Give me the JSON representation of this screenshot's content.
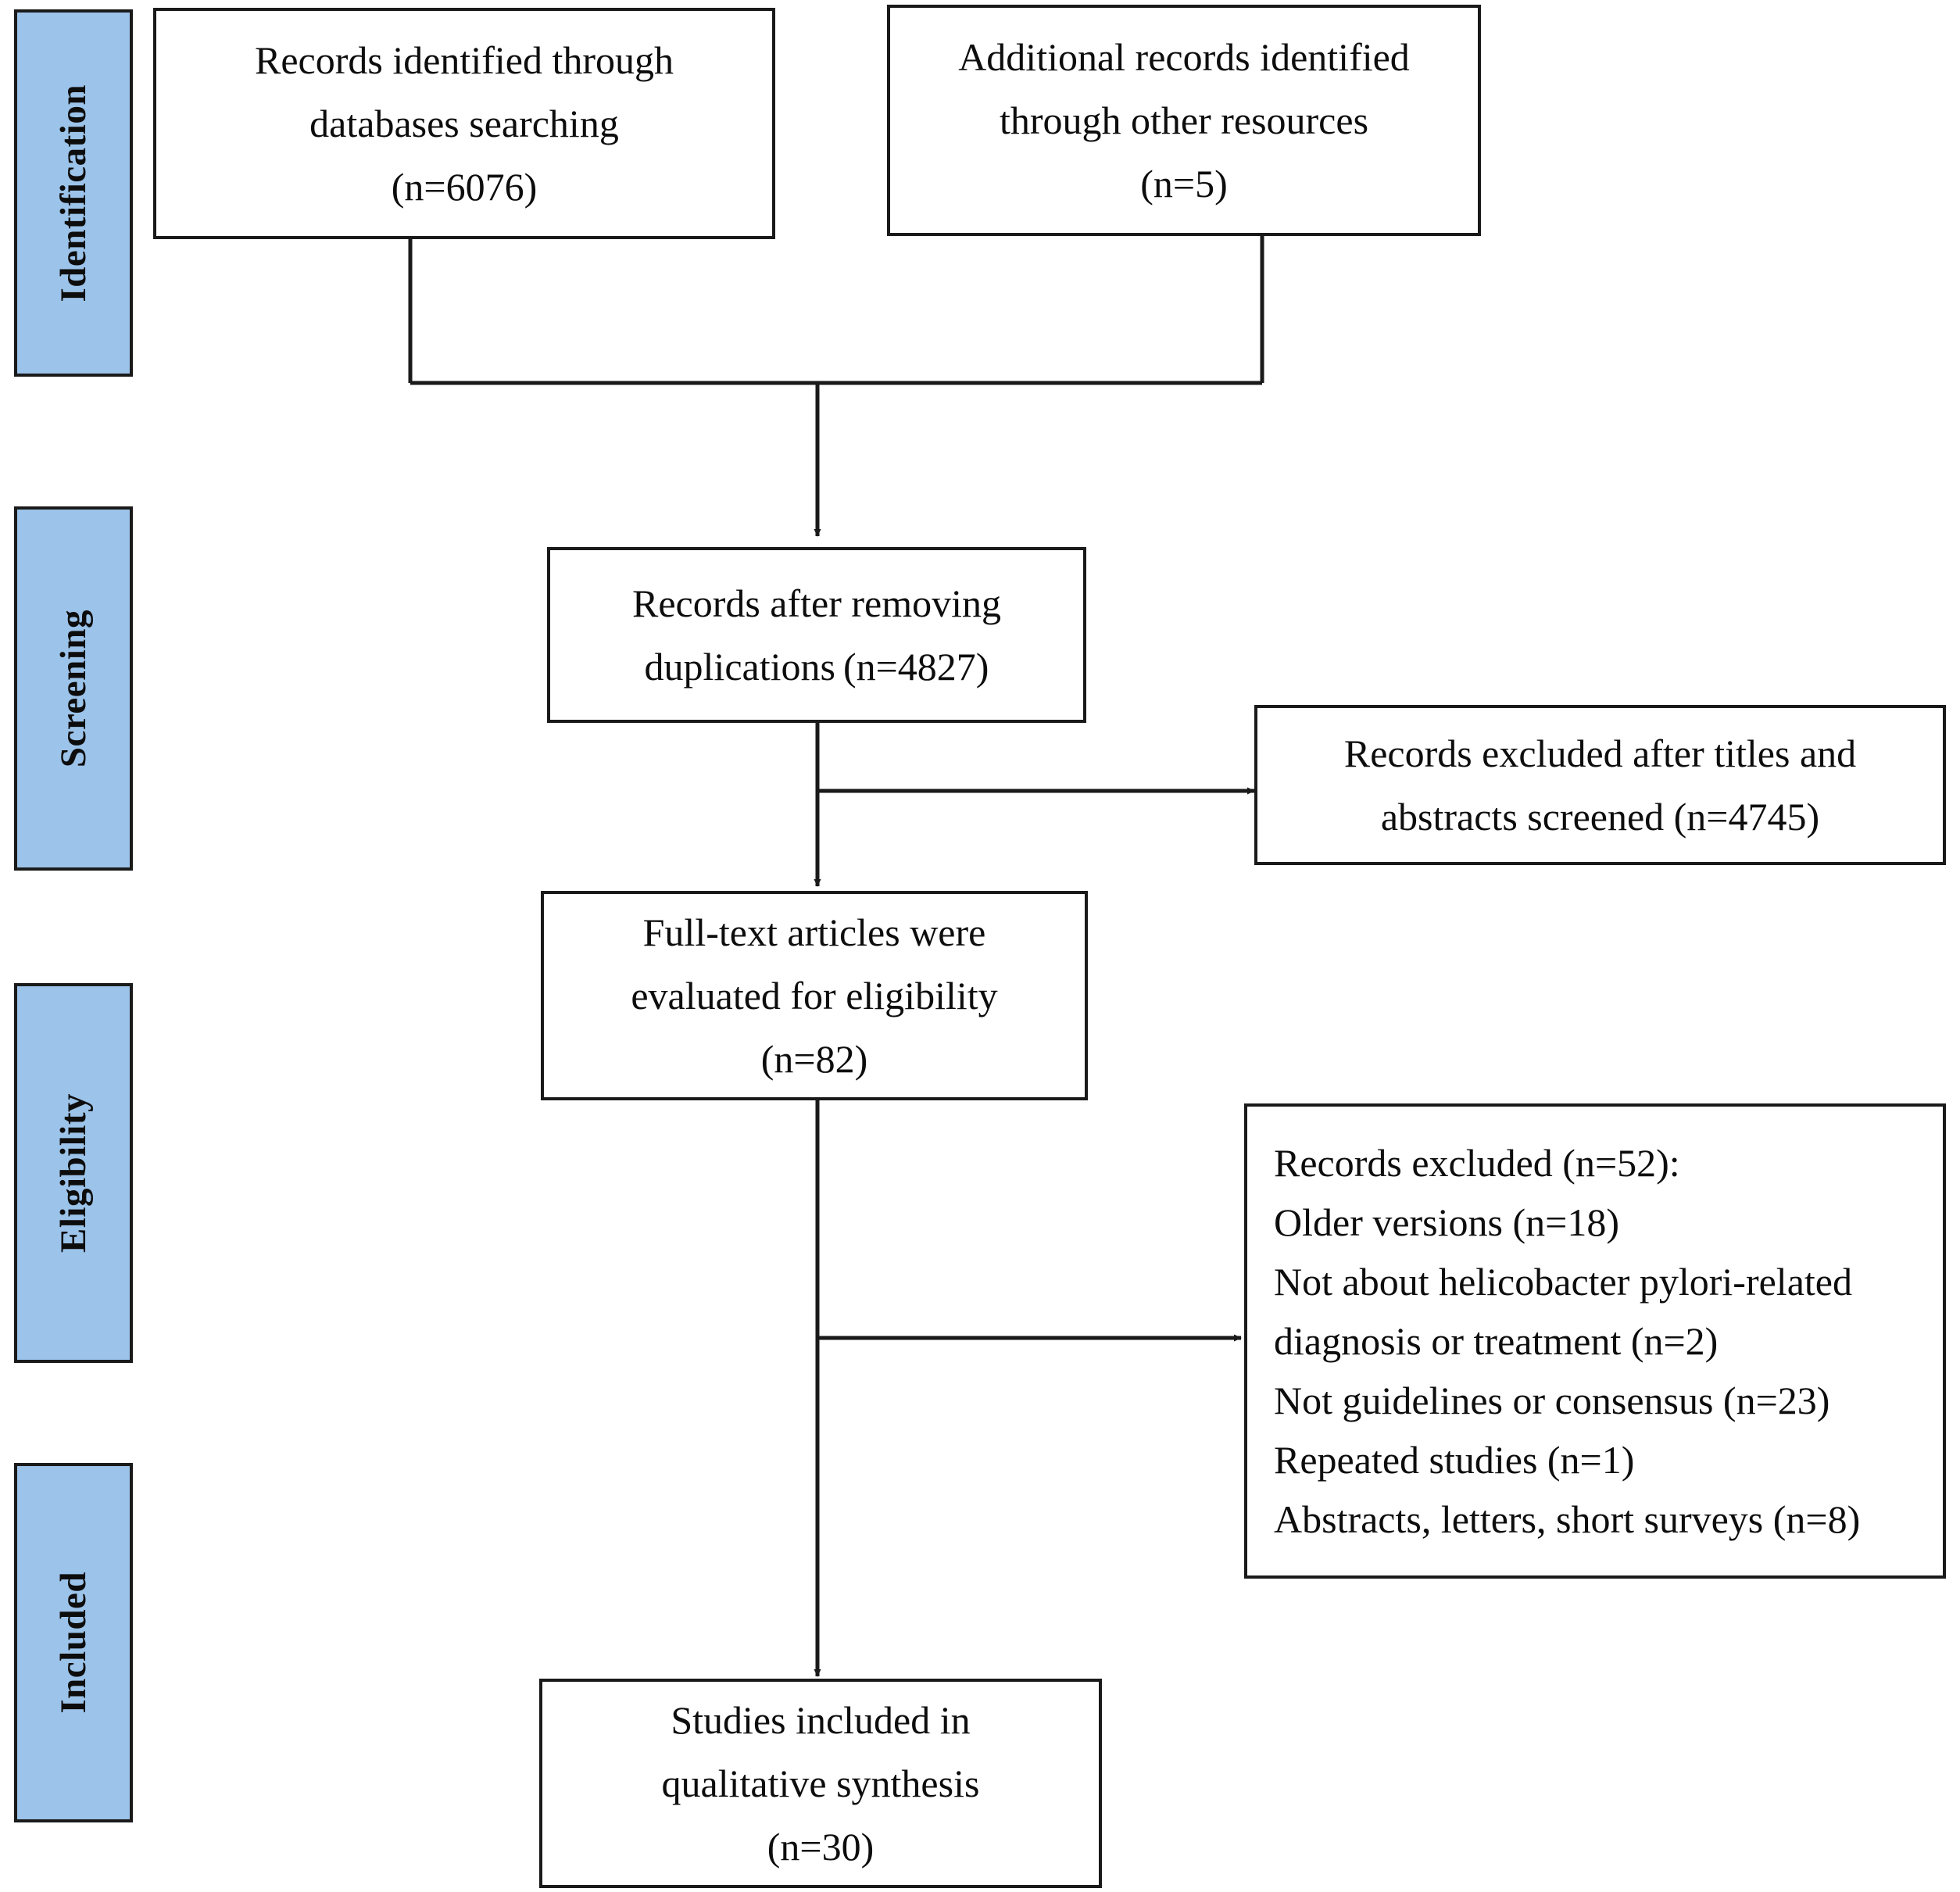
{
  "diagram": {
    "type": "prisma-flow-diagram",
    "title": "PRISMA study selection flow diagram",
    "accent_color": "#9cc3e9",
    "line_color": "#1a1a1a",
    "box_fill": "#ffffff"
  },
  "stages": [
    {
      "id": "identification",
      "label": "Identification"
    },
    {
      "id": "screening",
      "label": "Screening"
    },
    {
      "id": "eligibility",
      "label": "Eligibility"
    },
    {
      "id": "included",
      "label": "Included"
    }
  ],
  "boxes": {
    "records_databases": {
      "lines": [
        "Records identified through",
        "databases searching",
        "(n=6076)"
      ],
      "n": 6076
    },
    "records_other": {
      "lines": [
        "Additional records identified",
        "through other resources",
        "(n=5)"
      ],
      "n": 5
    },
    "after_duplicates": {
      "lines": [
        "Records after removing",
        "duplications (n=4827)"
      ],
      "n": 4827
    },
    "excluded_titles_abstracts": {
      "lines": [
        "Records excluded after titles and",
        "abstracts screened (n=4745)"
      ],
      "n": 4745
    },
    "fulltext_assessed": {
      "lines": [
        "Full-text articles were",
        "evaluated for eligibility",
        "(n=82)"
      ],
      "n": 82
    },
    "excluded_fulltext": {
      "lines": [
        "Records excluded (n=52):",
        "Older versions (n=18)",
        "Not about helicobacter pylori-related",
        "diagnosis or treatment (n=2)",
        "Not guidelines or consensus (n=23)",
        "Repeated studies (n=1)",
        "Abstracts, letters, short surveys (n=8)"
      ],
      "n": 52,
      "reasons": [
        {
          "reason": "Older versions",
          "n": 18
        },
        {
          "reason": "Not about helicobacter pylori-related diagnosis or treatment",
          "n": 2
        },
        {
          "reason": "Not guidelines or consensus",
          "n": 23
        },
        {
          "reason": "Repeated studies",
          "n": 1
        },
        {
          "reason": "Abstracts, letters, short surveys",
          "n": 8
        }
      ]
    },
    "included_qualitative": {
      "lines": [
        "Studies included in",
        "qualitative synthesis",
        "(n=30)"
      ],
      "n": 30
    }
  }
}
